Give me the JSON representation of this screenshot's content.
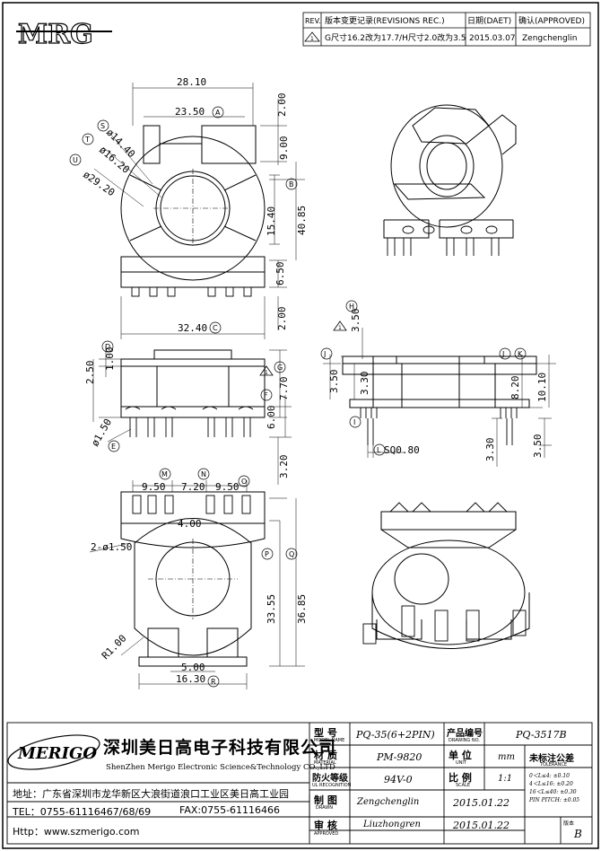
{
  "logo": {
    "text": "MRG"
  },
  "revision": {
    "headers": {
      "rev": "REV.",
      "content": "版本变更记录(REVISIONS REC.)",
      "date": "日期(DAET)",
      "approved": "确认(APPROVED)"
    },
    "row": {
      "rev": "1",
      "content": "G尺寸16.2改为17.7/H尺寸2.0改为3.5",
      "date": "2015.03.07",
      "approved": "Zengchenglin"
    }
  },
  "top_view": {
    "dims": {
      "d2810": "28.10",
      "d2350": "23.50",
      "d200a": "2.00",
      "d900": "9.00",
      "d4085": "40.85",
      "d1540": "15.40",
      "d650": "6.50",
      "d200b": "2.00",
      "d3240": "32.40",
      "d1440": "ø14.40",
      "d1620": "ø16.20",
      "d2920": "ø29.20"
    },
    "markers": {
      "A": "A",
      "B": "B",
      "C": "C",
      "S": "S",
      "T": "T",
      "U": "U"
    }
  },
  "front_view": {
    "dims": {
      "d250": "2.50",
      "d100": "1.00",
      "d770": "7.70",
      "d600": "6.00",
      "d150": "ø1.50",
      "d320": "3.20"
    },
    "markers": {
      "D": "D",
      "E": "E",
      "F": "F",
      "G": "G"
    },
    "note": "1"
  },
  "side_view": {
    "dims": {
      "d350h": "3.50",
      "d350j": "3.50",
      "d330": "3.30",
      "d820": "8.20",
      "d1010": "10.10",
      "d330b": "3.30",
      "d350b": "3.50",
      "sq": "SQ0.80"
    },
    "markers": {
      "H": "H",
      "I": "I",
      "J1": "J",
      "J2": "J",
      "K": "K",
      "L": "L"
    },
    "note": "1"
  },
  "bottom_view": {
    "dims": {
      "d950a": "9.50",
      "d720": "7.20",
      "d950b": "9.50",
      "d400": "4.00",
      "d2150": "2-ø1.50",
      "d3355": "33.55",
      "d3685": "36.85",
      "r100": "R1.00",
      "d500": "5.00",
      "d1630": "16.30"
    },
    "markers": {
      "M": "M",
      "N": "N",
      "O": "O",
      "P": "P",
      "Q": "Q",
      "R": "R"
    }
  },
  "company": {
    "logo": "MERIGO",
    "name_cn": "深圳美日高电子科技有限公司",
    "name_en": "ShenZhen Merigo Electronic Science&Technology CO.,LTD",
    "address": "地址：广东省深圳市龙华新区大浪街道浪口工业区美日高工业园",
    "tel": "TEL：0755-61116467/68/69",
    "fax": "FAX:0755-61116466",
    "http": "Http：www.szmerigo.com"
  },
  "title_block": {
    "model_label": "型  号",
    "model_sub": "MODEL NAME",
    "model_value": "PQ-35(6+2PIN)",
    "drawing_label": "产品编号",
    "drawing_sub": "DRAWING NO.",
    "drawing_value": "PQ-3517B",
    "material_label": "材  质",
    "material_sub": "MATERIAL",
    "material_value": "PM-9820",
    "unit_label": "单  位",
    "unit_sub": "UNIT",
    "unit_value": "mm",
    "tol_label": "未标注公差",
    "tol_sub": "TOLERANCE",
    "ul_label": "防火等级",
    "ul_sub": "UL RECOGNITION",
    "ul_value": "94V-0",
    "scale_label": "比  例",
    "scale_sub": "SCALE",
    "scale_value": "1:1",
    "tol_rows": [
      "0＜L≤4:  ±0.10",
      "4＜L≤16: ±0.20",
      "16＜L≤40: ±0.30",
      "PIN PITCH: ±0.05"
    ],
    "drawn_label": "制  图",
    "drawn_sub": "DRAWN",
    "drawn_value": "Zengchenglin",
    "drawn_date": "2015.01.22",
    "appr_label": "审  核",
    "appr_sub": "APPROVED",
    "appr_value": "Liuzhongren",
    "appr_date": "2015.01.22",
    "version_label": "版本",
    "version_value": "B"
  }
}
